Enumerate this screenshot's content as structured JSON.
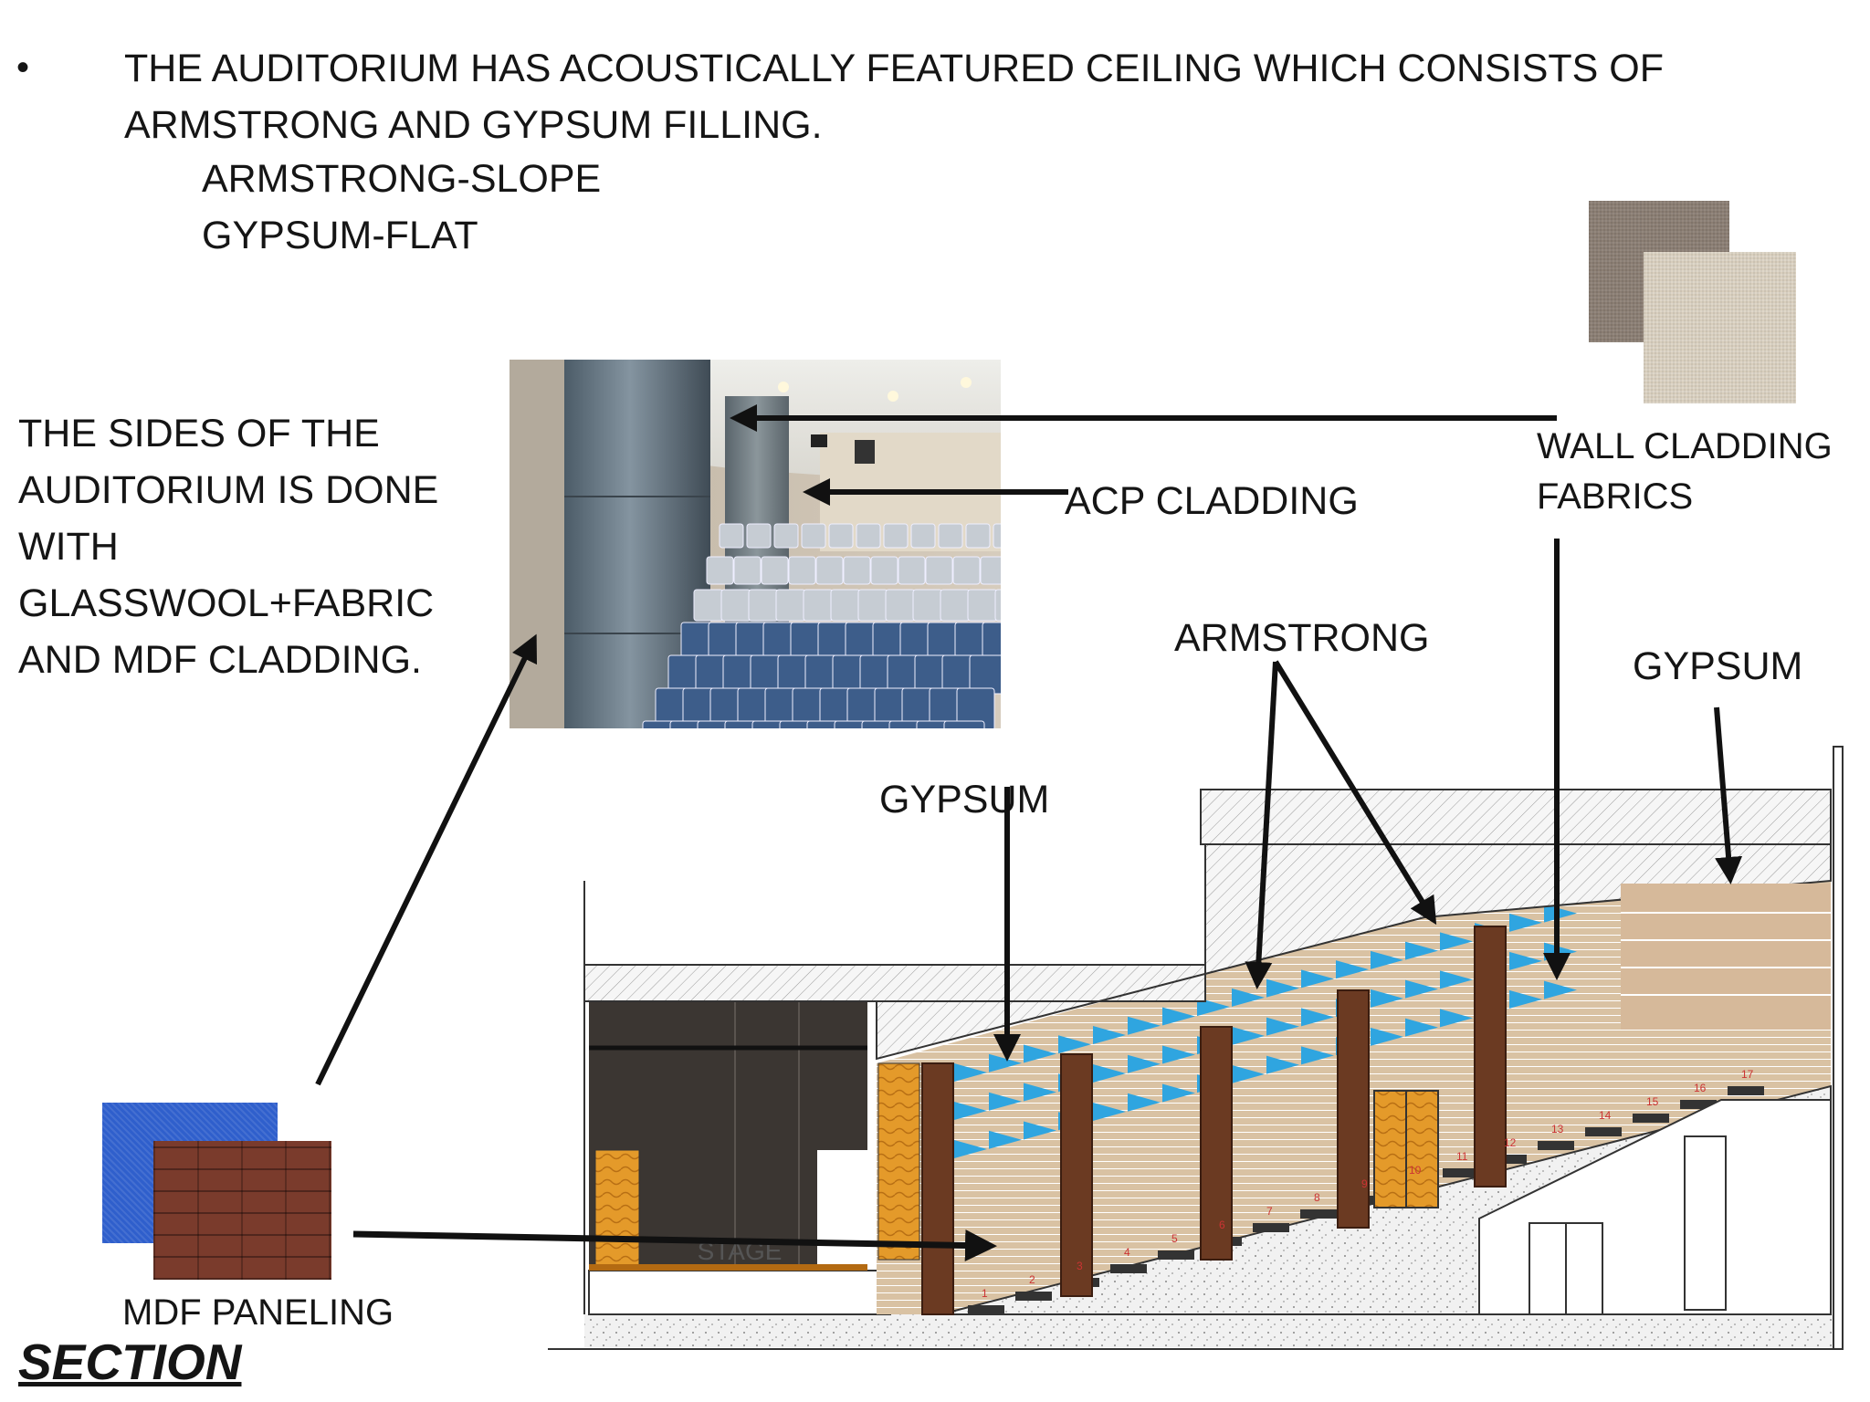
{
  "bullet_symbol": "•",
  "intro": {
    "line1": "THE AUDITORIUM HAS ACOUSTICALLY FEATURED CEILING WHICH CONSISTS OF",
    "line2": "ARMSTRONG AND GYPSUM FILLING.",
    "sub1": "ARMSTRONG-SLOPE",
    "sub2": "GYPSUM-FLAT"
  },
  "sides_text": {
    "line1": "THE SIDES OF THE",
    "line2": "AUDITORIUM  IS DONE",
    "line3": "WITH",
    "line4": "GLASSWOOL+FABRIC",
    "line5": "AND MDF CLADDING."
  },
  "labels": {
    "acp": "ACP CLADDING",
    "wall_cladding_1": "WALL CLADDING",
    "wall_cladding_2": "FABRICS",
    "armstrong": "ARMSTRONG",
    "gypsum_right": "GYPSUM",
    "gypsum_left": "GYPSUM",
    "mdf": "MDF  PANELING",
    "stage": "STAGE"
  },
  "section_title": "SECTION",
  "step_numbers": [
    "1",
    "2",
    "3",
    "4",
    "5",
    "6",
    "7",
    "8",
    "9",
    "10",
    "11",
    "12",
    "13",
    "14",
    "15",
    "16",
    "17"
  ],
  "colors": {
    "fabric_dark": "#8a7d72",
    "fabric_light": "#d9cfbf",
    "mdf_blue": "#2f5fcc",
    "mdf_brown": "#7a3b2c",
    "column_brown": "#6b3a22",
    "wall_blue": "#2fa5e0",
    "wall_tan": "#d8b89a",
    "door_orange": "#e49a2a",
    "stage_dark": "#3b3632"
  }
}
